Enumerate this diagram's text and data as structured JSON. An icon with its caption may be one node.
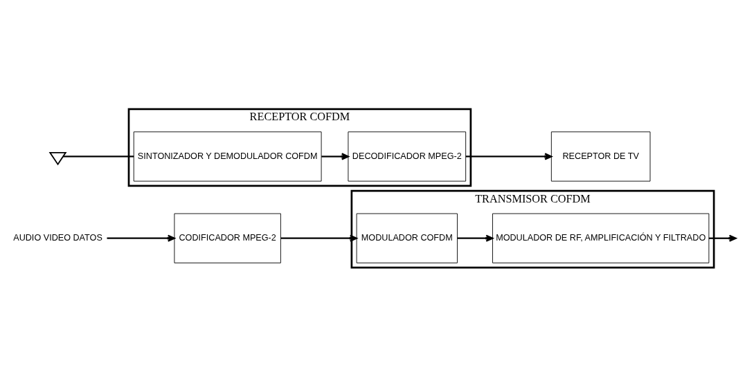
{
  "diagram": {
    "nodes": [
      {
        "text": [
          "AUDIO VIDEO DATOS"
        ]
      },
      {
        "text": [
          "CODIFICADOR MPEG-2"
        ]
      },
      {
        "text": [
          "TRANSMISOR COFDM"
        ]
      },
      {
        "text": [
          "MODULADOR COFDM"
        ],
        "in": 2
      },
      {
        "text": [
          "MODULADOR DE RF, AMPLIFICACIÓN Y FILTRADO"
        ],
        "in": 2
      },
      {
        "text": [],
        "shape": "antenna"
      },
      {
        "text": [
          "RECEPTOR COFDM"
        ]
      },
      {
        "text": [
          "SINTONIZADOR Y DEMODULADOR COFDM"
        ],
        "in": 6
      },
      {
        "text": [
          "DECODIFICADOR MPEG-2"
        ],
        "in": 6
      },
      {
        "text": [
          "RECEPTOR DE TV"
        ]
      }
    ],
    "edges": [
      {
        "from": 0,
        "to": 1,
        "arrow": "to"
      },
      {
        "from": 1,
        "to": 3,
        "arrow": "to"
      },
      {
        "from": 3,
        "to": 4,
        "arrow": "to"
      },
      {
        "from": 4,
        "to": null,
        "arrow": "to"
      },
      {
        "from": 5,
        "to": 7,
        "arrow": "none"
      },
      {
        "from": 7,
        "to": 8,
        "arrow": "to"
      },
      {
        "from": 8,
        "to": 9,
        "arrow": "to"
      }
    ]
  }
}
